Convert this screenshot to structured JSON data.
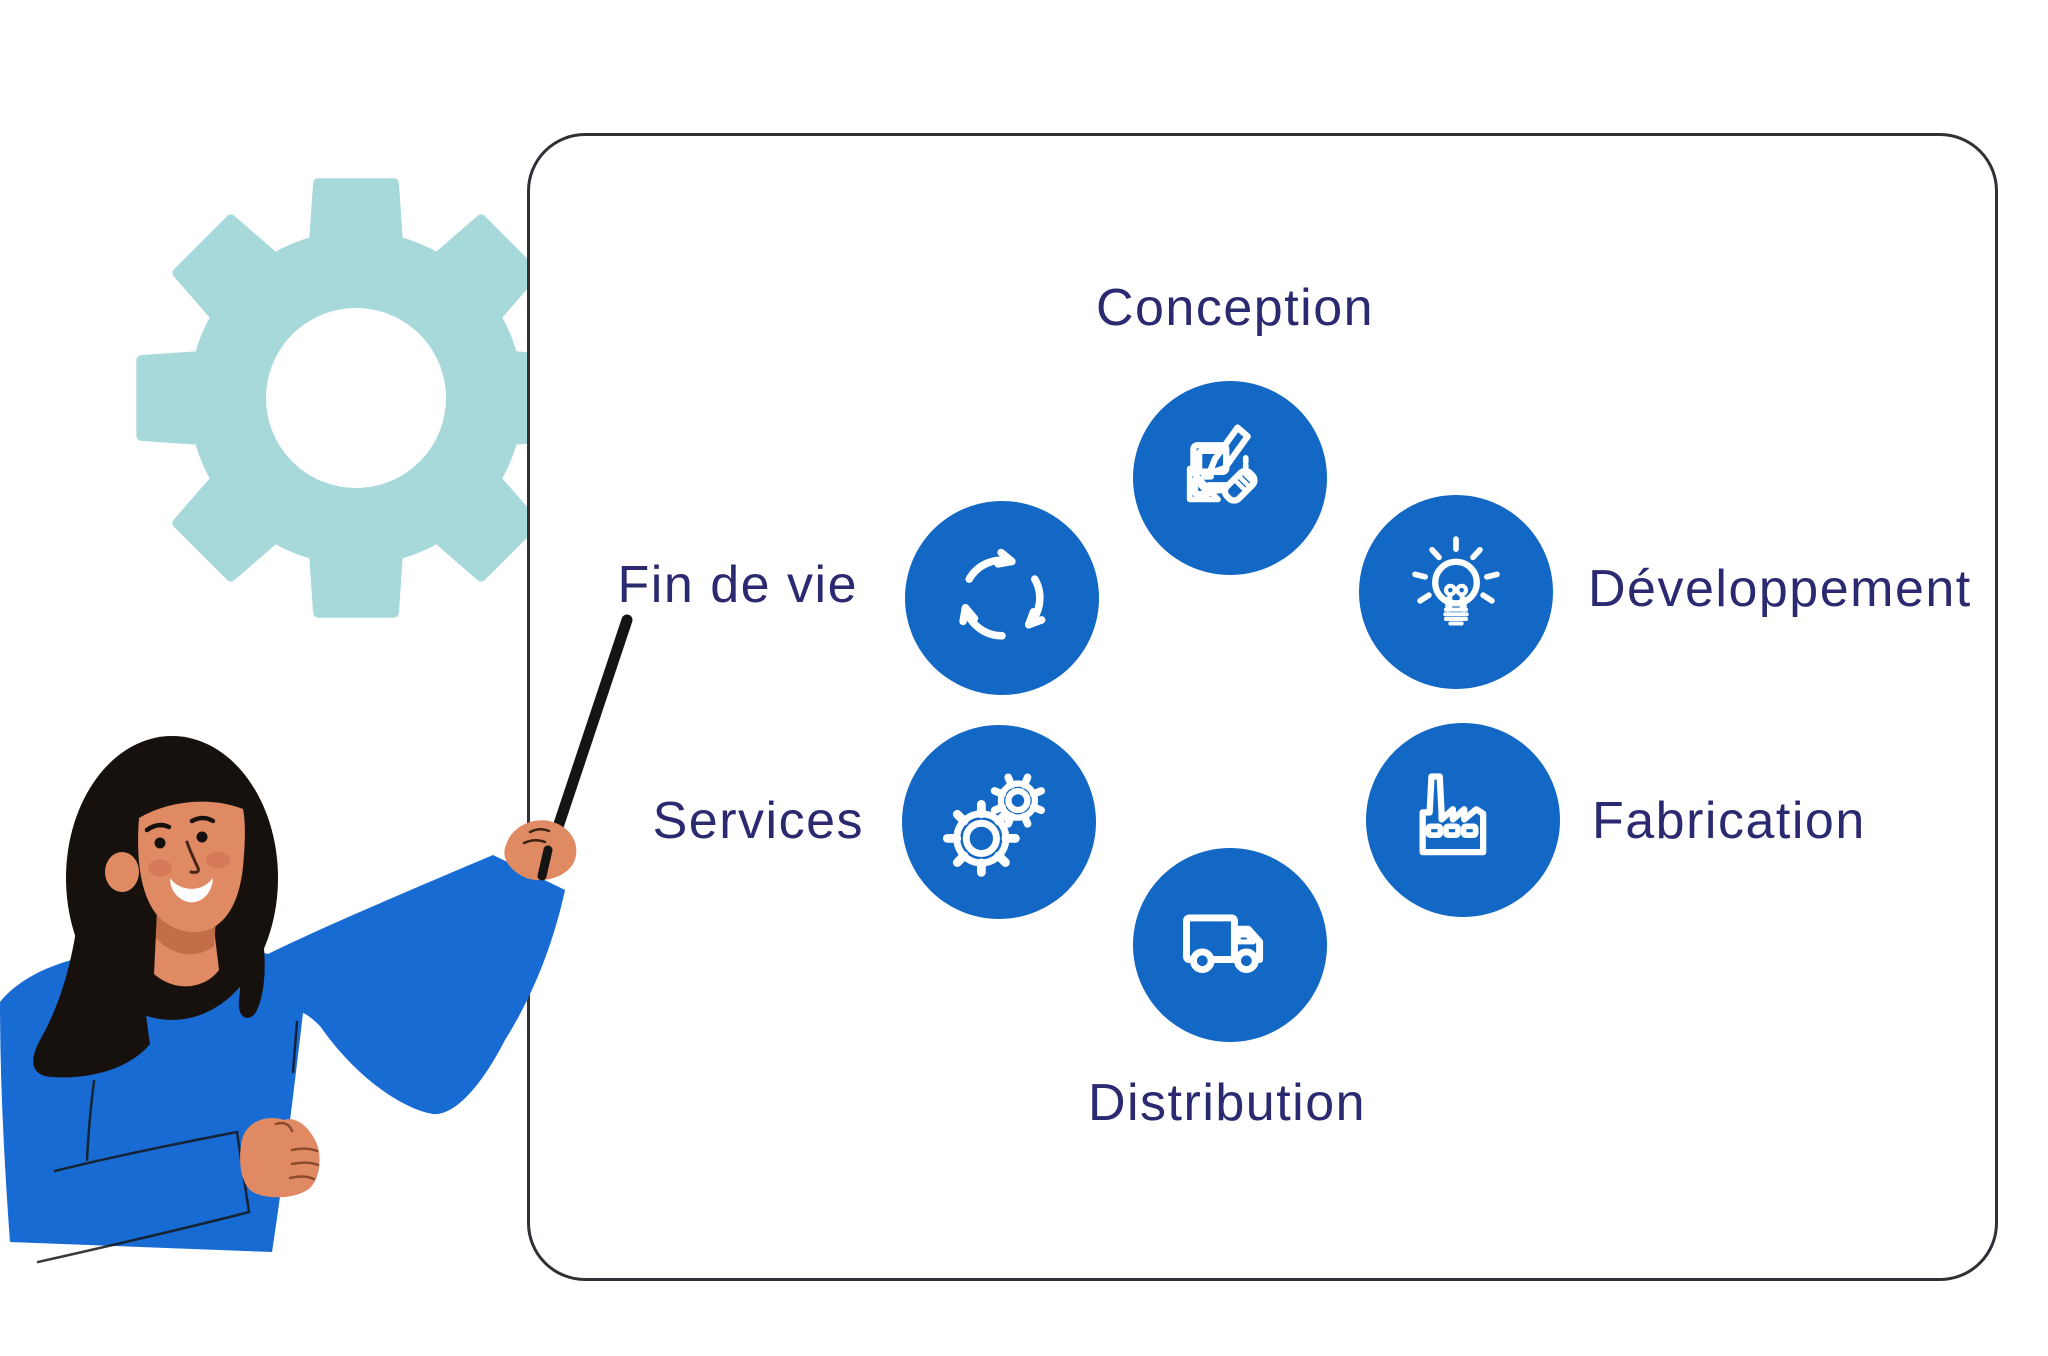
{
  "colors": {
    "circle_blue": "#1268C4",
    "label_navy": "#2B2970",
    "board_border": "#2E3136",
    "gear_teal": "#A7D9DB",
    "shirt_blue": "#176BD2",
    "skin": "#E08A63",
    "skin_shadow": "#C06A45",
    "blush": "#D5795A",
    "hair_black": "#17110D",
    "pointer_black": "#141414",
    "icon_white": "#FFFFFF"
  },
  "diagram": {
    "stages": [
      {
        "label": "Conception",
        "icon": "design-icon"
      },
      {
        "label": "Développement",
        "icon": "lightbulb-icon"
      },
      {
        "label": "Fabrication",
        "icon": "factory-icon"
      },
      {
        "label": "Distribution",
        "icon": "truck-icon"
      },
      {
        "label": "Services",
        "icon": "gears-icon"
      },
      {
        "label": "Fin de vie",
        "icon": "recycle-icon"
      }
    ]
  },
  "decor": {
    "background_shape": "gear-icon",
    "presenter": "presenter-woman-with-pointer"
  }
}
